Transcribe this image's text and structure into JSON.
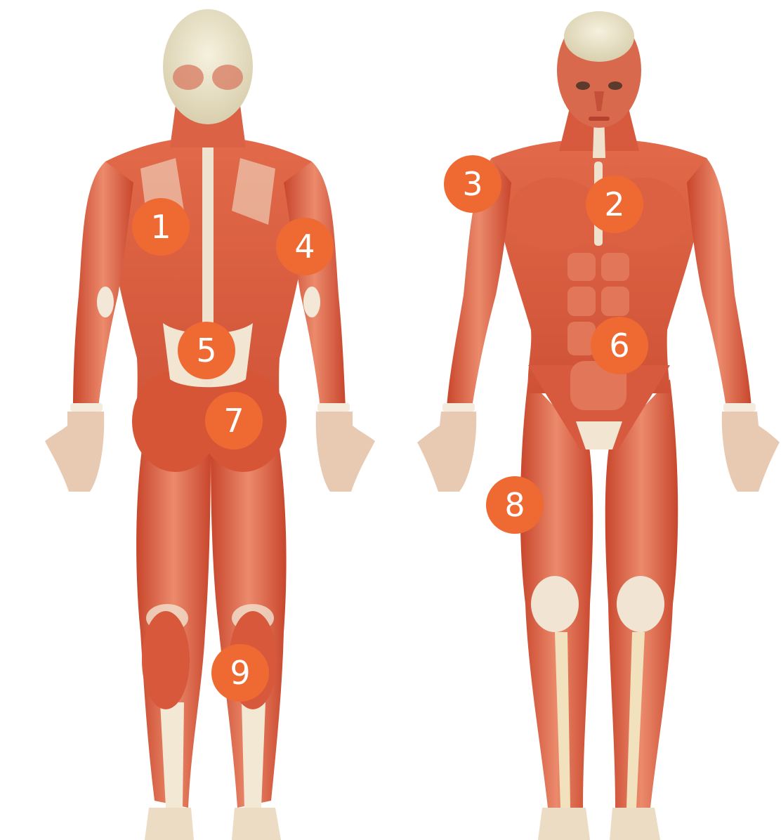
{
  "theme": {
    "marker_color": "#ef6a33",
    "marker_text_color": "#ffffff",
    "muscle_dark": "#c8462c",
    "muscle_mid": "#e0694b",
    "muscle_light": "#ee9a7f",
    "tendon": "#f1e7d8",
    "skull": "#ece6cf"
  },
  "figures": {
    "back_view": "back-view-figure",
    "front_view": "front-view-figure"
  },
  "markers": [
    {
      "id": "m1",
      "label": "1"
    },
    {
      "id": "m2",
      "label": "2"
    },
    {
      "id": "m3",
      "label": "3"
    },
    {
      "id": "m4",
      "label": "4"
    },
    {
      "id": "m5",
      "label": "5"
    },
    {
      "id": "m6",
      "label": "6"
    },
    {
      "id": "m7",
      "label": "7"
    },
    {
      "id": "m8",
      "label": "8"
    },
    {
      "id": "m9",
      "label": "9"
    }
  ]
}
